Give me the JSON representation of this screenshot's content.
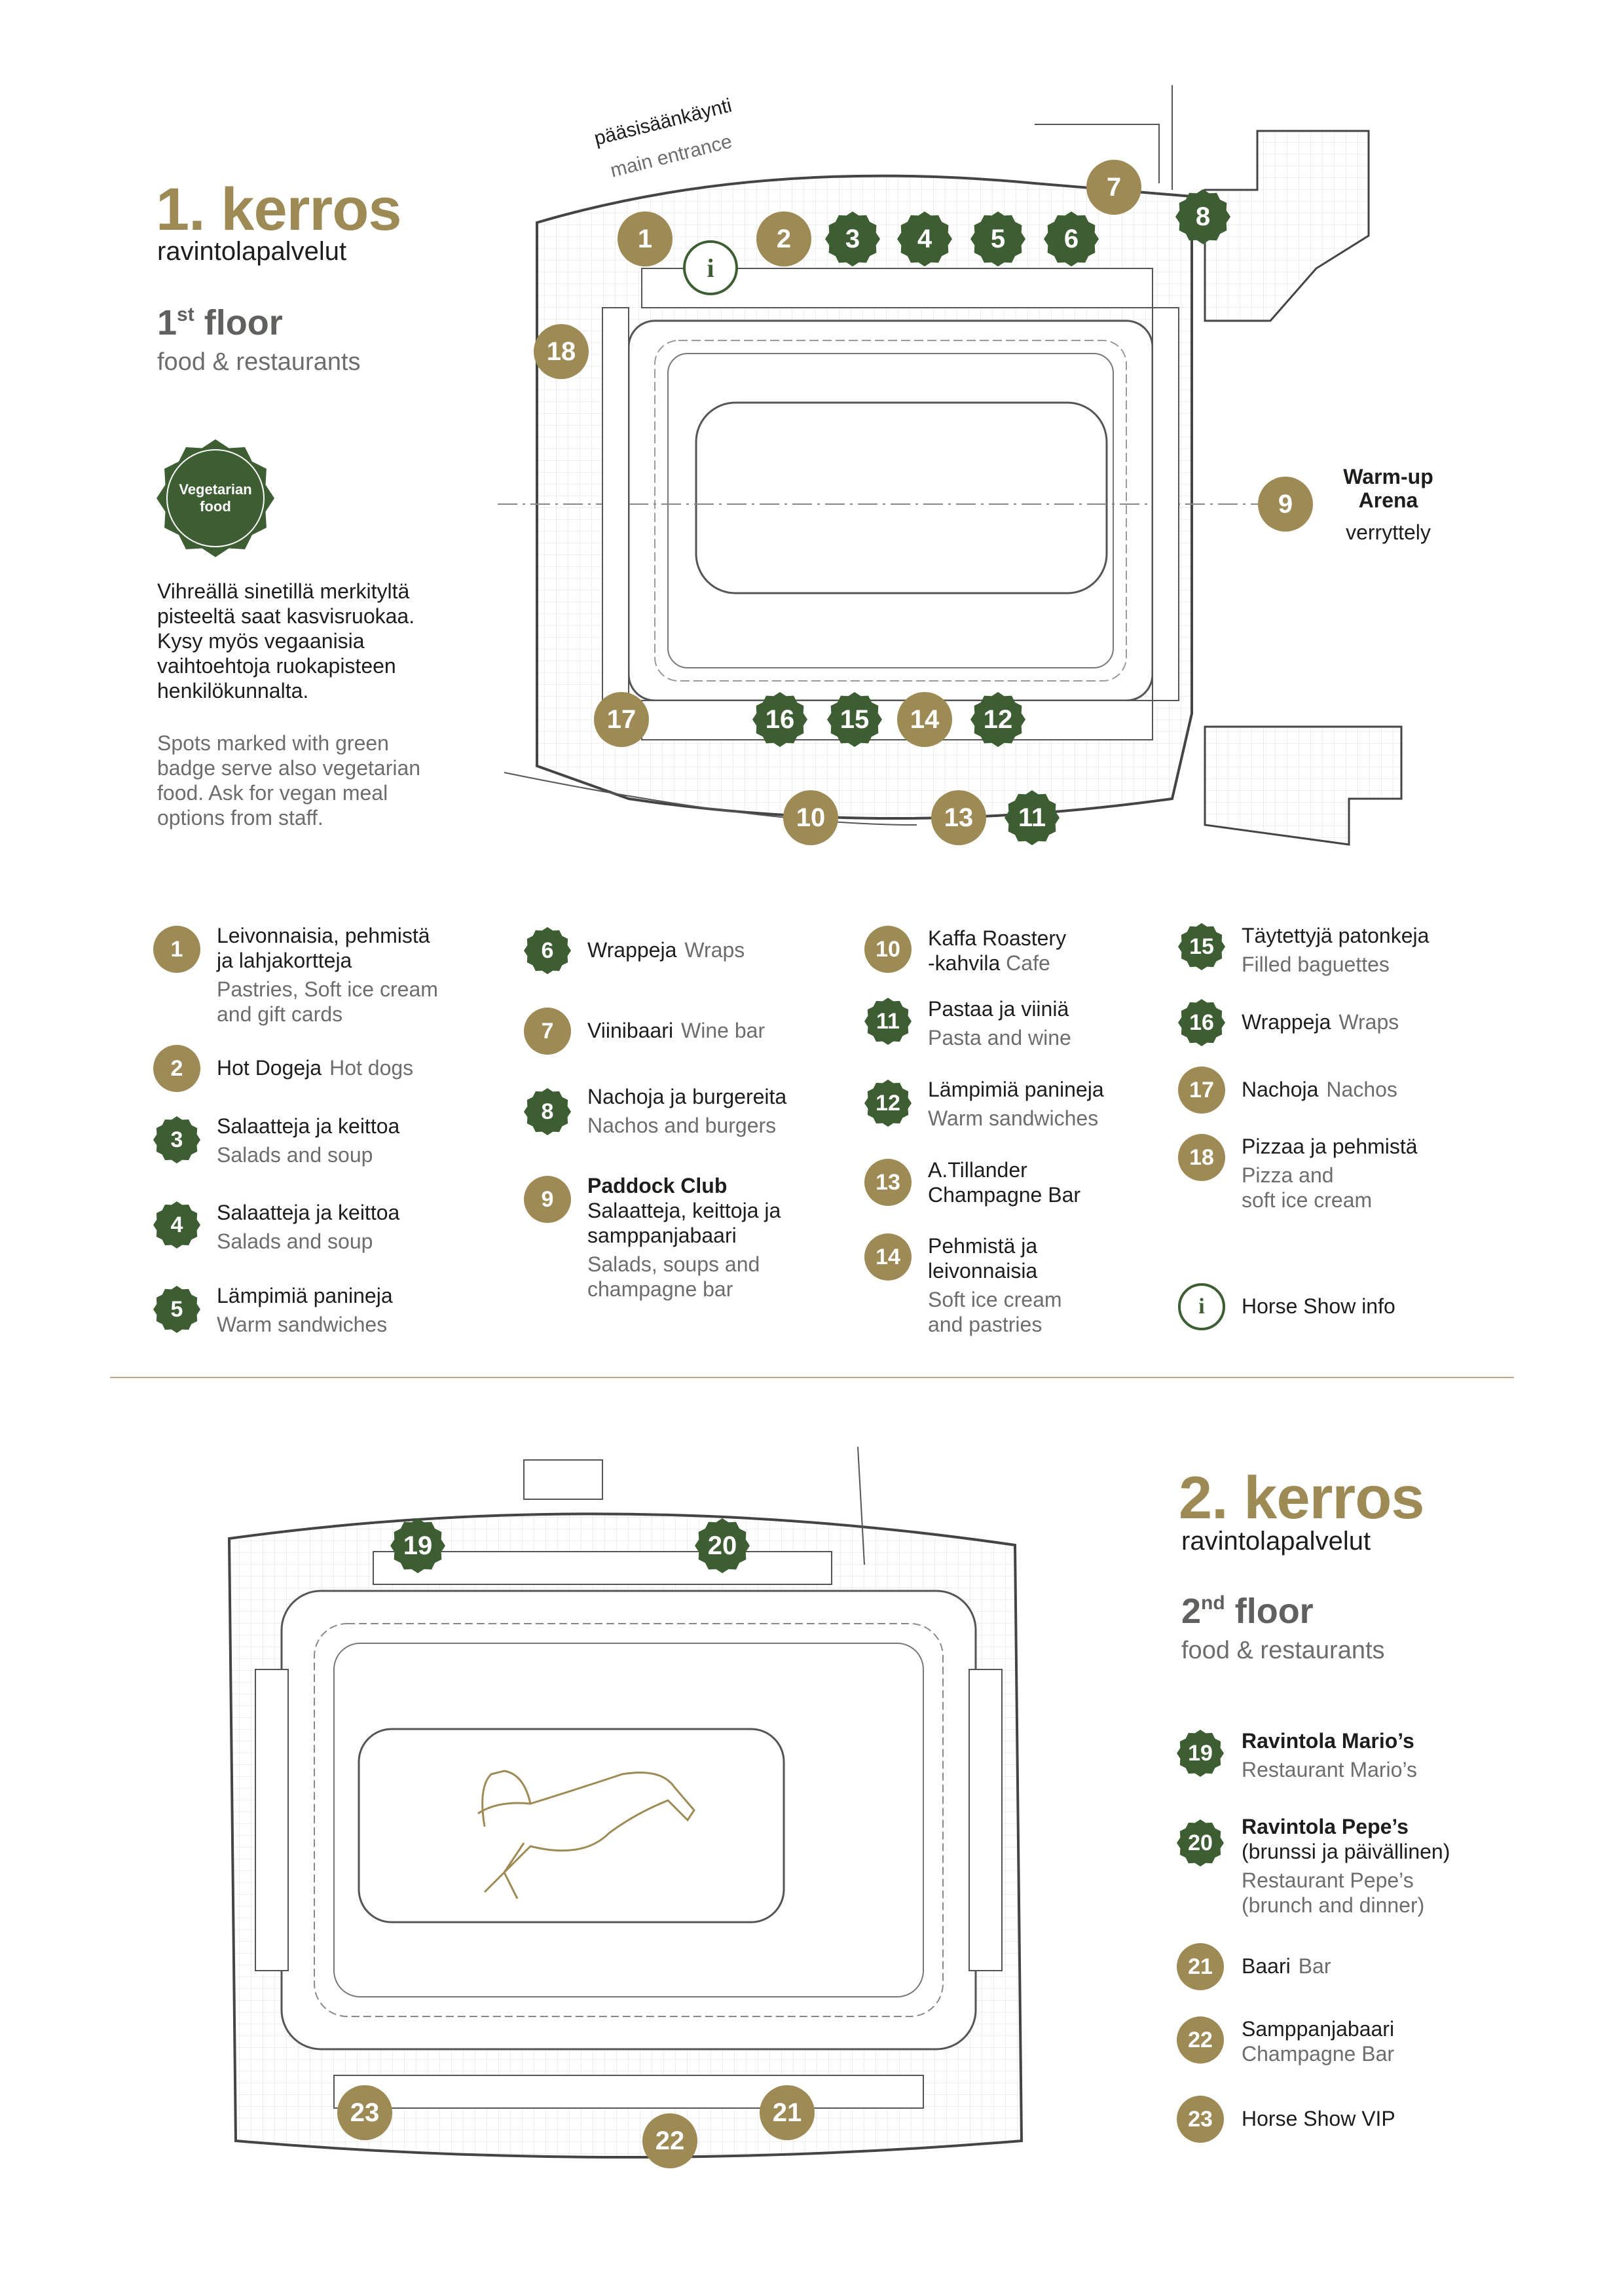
{
  "colors": {
    "gold": "#9e8a55",
    "green": "#3d5e33",
    "text": "#1d1d1b",
    "grey": "#6d6e6b"
  },
  "floor1": {
    "title": "1. kerros",
    "subtitle": "ravintolapalvelut",
    "en_title_num": "1",
    "en_title_sup": "st",
    "en_title_word": "floor",
    "en_subtitle": "food & restaurants",
    "veg_badge": "Vegetarian\nfood",
    "veg_fi": "Vihreällä sinetillä merkityltä\npisteeltä saat kasvisruokaa.\nKysy myös vegaanisia\nvaihtoehtoja ruokapisteen\nhenkilökunnalta.",
    "veg_en": "Spots marked with green\nbadge serve also vegetarian\nfood. Ask for vegan meal\noptions from staff.",
    "map": {
      "entrance_fi": "pääsisäänkäynti",
      "entrance_en": "main entrance",
      "warmup_title": "Warm-up\nArena",
      "warmup_sub": "verryttely",
      "markers": [
        "1",
        "i",
        "2",
        "3",
        "4",
        "5",
        "6",
        "7",
        "8",
        "18",
        "9",
        "17",
        "16",
        "15",
        "14",
        "12",
        "10",
        "13",
        "11"
      ]
    },
    "legend": [
      {
        "num": "1",
        "fi": "Leivonnaisia, pehmistä\nja lahjakortteja",
        "en": "Pastries, Soft ice cream\nand gift cards"
      },
      {
        "num": "2",
        "fi": "Hot Dogeja",
        "en": "Hot dogs"
      },
      {
        "num": "3",
        "fi": "Salaatteja ja keittoa",
        "en": "Salads and soup"
      },
      {
        "num": "4",
        "fi": "Salaatteja ja keittoa",
        "en": "Salads and soup"
      },
      {
        "num": "5",
        "fi": "Lämpimiä panineja",
        "en": "Warm sandwiches"
      },
      {
        "num": "6",
        "fi": "Wrappeja",
        "en": "Wraps"
      },
      {
        "num": "7",
        "fi": "Viinibaari",
        "en": "Wine bar"
      },
      {
        "num": "8",
        "fi": "Nachoja ja burgereita",
        "en": "Nachos and burgers"
      },
      {
        "num": "9",
        "title": "Paddock Club",
        "fi": "Salaatteja, keittoja ja\nsamppanjabaari",
        "en": "Salads, soups and\nchampagne bar"
      },
      {
        "num": "10",
        "fi": "Kaffa Roastery\n-kahvila",
        "en": "Cafe"
      },
      {
        "num": "11",
        "fi": "Pastaa ja viiniä",
        "en": "Pasta and wine"
      },
      {
        "num": "12",
        "fi": "Lämpimiä panineja",
        "en": "Warm sandwiches"
      },
      {
        "num": "13",
        "fi": "A.Tillander\nChampagne Bar"
      },
      {
        "num": "14",
        "fi": "Pehmistä ja\nleivonnaisia",
        "en": "Soft ice cream\nand pastries"
      },
      {
        "num": "15",
        "fi": "Täytettyjä patonkeja",
        "en": "Filled baguettes"
      },
      {
        "num": "16",
        "fi": "Wrappeja",
        "en": "Wraps"
      },
      {
        "num": "17",
        "fi": "Nachoja",
        "en": "Nachos"
      },
      {
        "num": "18",
        "fi": "Pizzaa ja pehmistä",
        "en": "Pizza and\nsoft ice cream"
      },
      {
        "num": "i",
        "fi": "Horse Show info"
      }
    ]
  },
  "floor2": {
    "title": "2. kerros",
    "subtitle": "ravintolapalvelut",
    "en_title_num": "2",
    "en_title_sup": "nd",
    "en_title_word": "floor",
    "en_subtitle": "food & restaurants",
    "map": {
      "markers": [
        "19",
        "20",
        "23",
        "22",
        "21"
      ]
    },
    "legend": [
      {
        "num": "19",
        "title": "Ravintola Mario’s",
        "en": "Restaurant Mario’s"
      },
      {
        "num": "20",
        "title": "Ravintola Pepe’s",
        "fi": "(brunssi ja päivällinen)",
        "en": "Restaurant Pepe’s\n(brunch and dinner)"
      },
      {
        "num": "21",
        "fi": "Baari",
        "en": "Bar"
      },
      {
        "num": "22",
        "fi": "Samppanjabaari",
        "en": "Champagne Bar"
      },
      {
        "num": "23",
        "fi": "Horse Show VIP"
      }
    ]
  }
}
